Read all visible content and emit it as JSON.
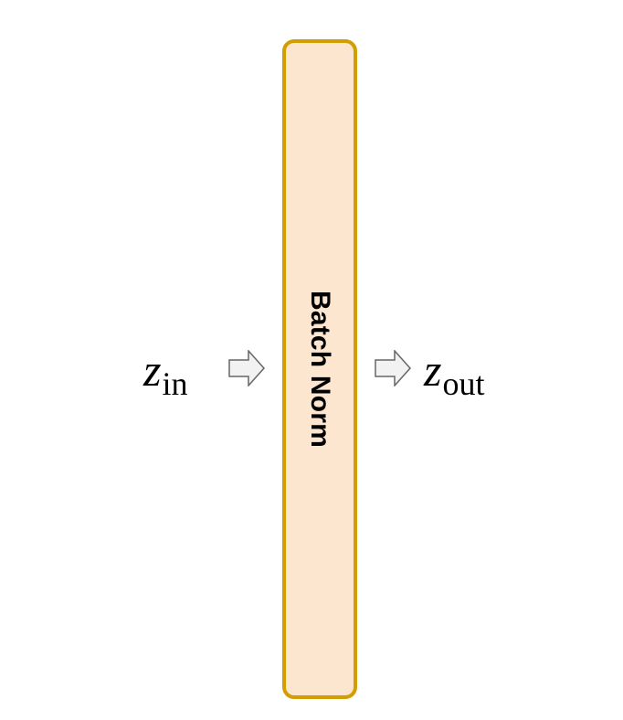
{
  "diagram": {
    "block": {
      "label": "Batch Norm",
      "fill_color": "#fde6cf",
      "border_color": "#d39e00"
    },
    "input": {
      "symbol": "z",
      "subscript": "in"
    },
    "output": {
      "symbol": "z",
      "subscript": "out"
    },
    "arrows": [
      {
        "name": "input-arrow-icon",
        "fill_color": "#f2f2f2",
        "stroke_color": "#666666"
      },
      {
        "name": "output-arrow-icon",
        "fill_color": "#f2f2f2",
        "stroke_color": "#666666"
      }
    ]
  }
}
